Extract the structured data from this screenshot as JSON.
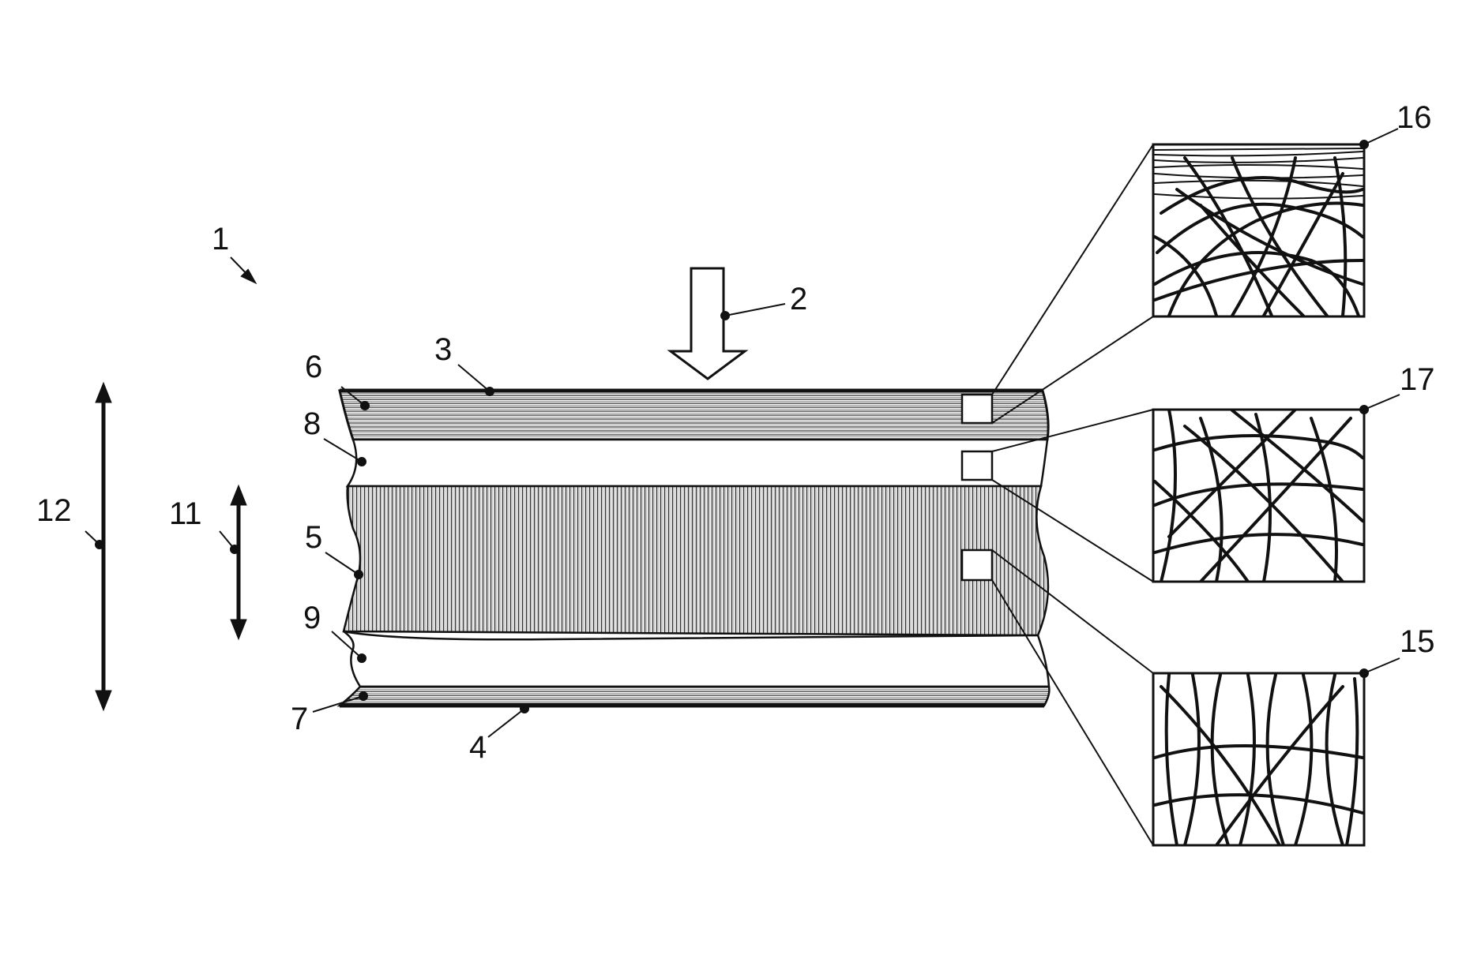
{
  "figure": {
    "labels": {
      "assembly": "1",
      "load_arrow": "2",
      "top_surface": "3",
      "bottom_surface": "4",
      "core_layer": "5",
      "top_skin": "6",
      "bottom_skin": "7",
      "upper_interlayer": "8",
      "lower_interlayer": "9",
      "core_thickness": "11",
      "total_thickness": "12",
      "inset_core_fibers": "15",
      "inset_top_fibers": "16",
      "inset_interlayer_fibers": "17"
    },
    "colors": {
      "ink": "#111111",
      "background": "#ffffff"
    }
  }
}
